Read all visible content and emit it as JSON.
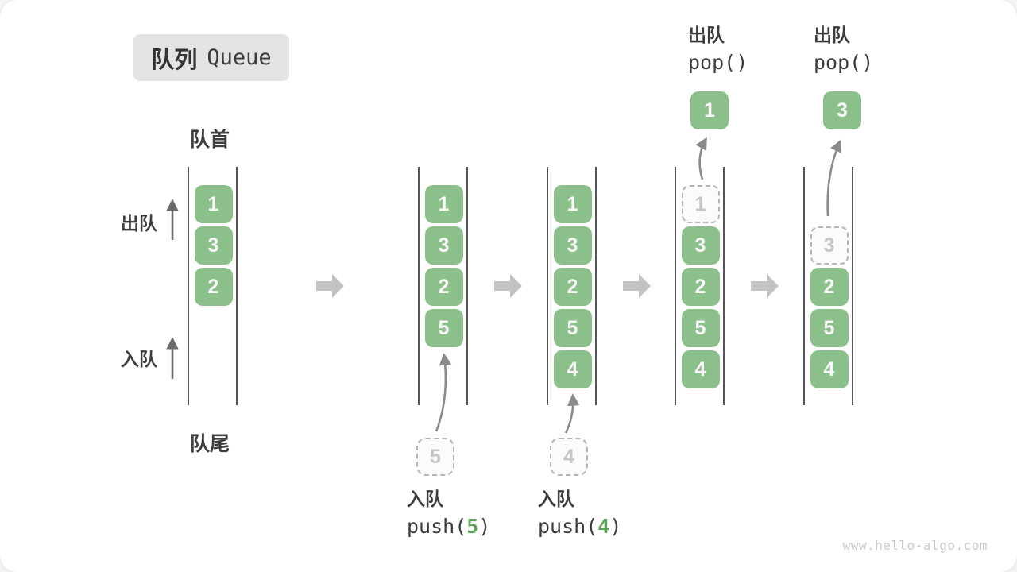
{
  "title": {
    "zh": "队列",
    "en": "Queue"
  },
  "labels": {
    "front": "队首",
    "rear": "队尾",
    "dequeue": "出队",
    "enqueue": "入队"
  },
  "states": [
    {
      "cells": [
        "1",
        "3",
        "2"
      ]
    },
    {
      "cells": [
        "1",
        "3",
        "2",
        "5"
      ],
      "staged": "5"
    },
    {
      "cells": [
        "1",
        "3",
        "2",
        "5",
        "4"
      ],
      "staged": "4"
    },
    {
      "cells": [
        "3",
        "2",
        "5",
        "4"
      ],
      "ghost": "1",
      "popped": "1"
    },
    {
      "cells": [
        "2",
        "5",
        "4"
      ],
      "ghost": "3",
      "popped": "3"
    }
  ],
  "operations": {
    "enqueue5": {
      "zh": "入队",
      "fn": "push(",
      "arg": "5",
      "close": ")"
    },
    "enqueue4": {
      "zh": "入队",
      "fn": "push(",
      "arg": "4",
      "close": ")"
    },
    "pop1": {
      "zh": "出队",
      "code": "pop()"
    },
    "pop2": {
      "zh": "出队",
      "code": "pop()"
    }
  },
  "watermark": "www.hello-algo.com",
  "colors": {
    "cell_green": "#8cc08a",
    "accent_green": "#5ea35b",
    "block_arrow_gray": "#c3c3c3",
    "thin_arrow_gray": "#8a8a8a",
    "text_dark": "#3c3c3c",
    "badge_bg": "#e4e4e4"
  }
}
